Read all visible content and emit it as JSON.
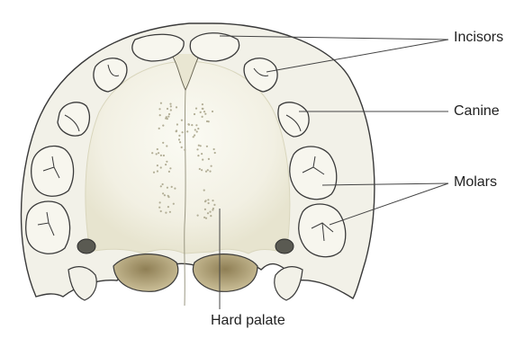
{
  "figure": {
    "subject": "Upper jaw (maxilla) viewed from below",
    "colors": {
      "bone_fill": "#f3f2ea",
      "palate_highlight": "#f8f7ee",
      "shadow": "#e6e3cf",
      "outline": "#3a3a3a",
      "nasal_opening": "#b8a981",
      "leader_line": "#444444"
    }
  },
  "labels": {
    "incisors": "Incisors",
    "canine": "Canine",
    "molars": "Molars",
    "hard_palate": "Hard palate"
  }
}
